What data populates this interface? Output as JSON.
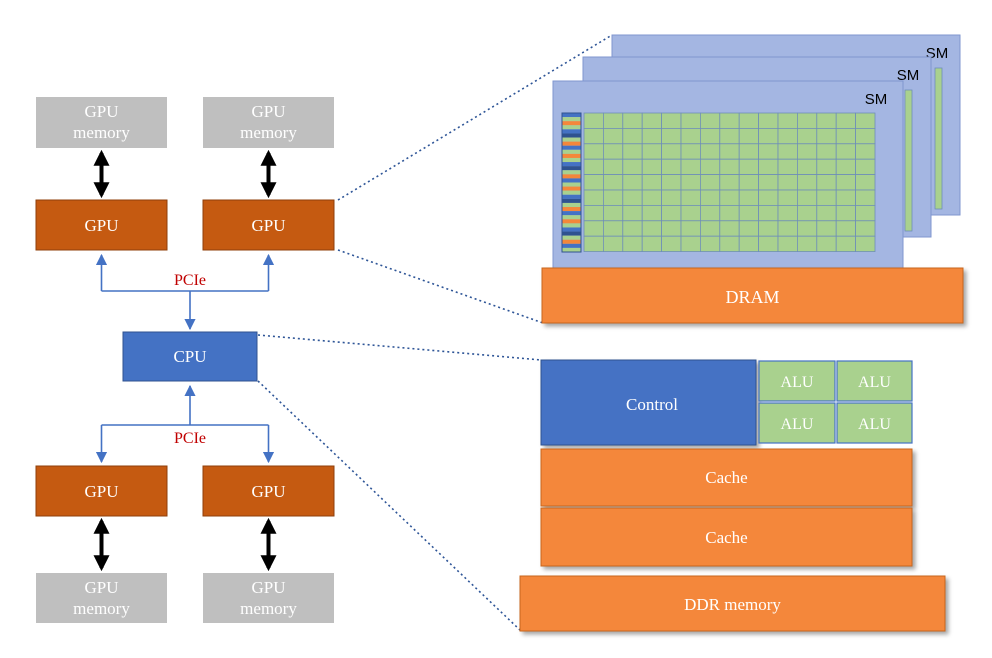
{
  "labels": {
    "gpu_memory_line1": "GPU",
    "gpu_memory_line2": "memory",
    "gpu": "GPU",
    "cpu": "CPU",
    "pcie": "PCIe",
    "sm": "SM",
    "dram": "DRAM",
    "control": "Control",
    "alu": "ALU",
    "cache": "Cache",
    "ddr_memory": "DDR memory"
  },
  "colors": {
    "memory_fill": "#bfbfbf",
    "gpu_fill": "#c55a11",
    "cpu_fill": "#4472c4",
    "link_color": "#4472c4",
    "pcie_text": "#c00000",
    "orange_fill": "#f4873a",
    "sm_fill": "#a4b6e2",
    "core_fill": "#a9d18e",
    "alu_fill": "#a9d18e",
    "dotted_line": "#2e5597"
  }
}
